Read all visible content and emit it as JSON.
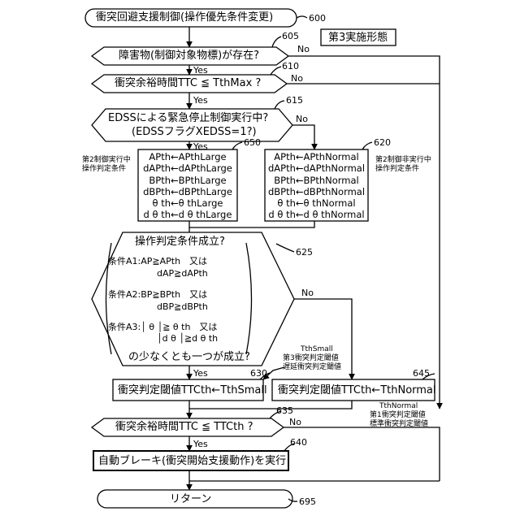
{
  "start_label": "衝突回避支援制御(操作優先条件変更)",
  "start_ref": "600",
  "embodiment": "第3実施形態",
  "step605": {
    "text": "障害物(制御対象物標)が存在?",
    "ref": "605",
    "yes": "Yes",
    "no": "No"
  },
  "step610": {
    "text": "衝突余裕時間TTC ≦ TthMax ?",
    "ref": "610",
    "yes": "Yes",
    "no": "No"
  },
  "step615": {
    "line1": "EDSSによる緊急停止制御実行中?",
    "line2": "(EDSSフラグXEDSS=1?)",
    "ref": "615",
    "yes": "Yes",
    "no": "No"
  },
  "step650": {
    "ref": "650",
    "side_label_1": "第2制御実行中",
    "side_label_2": "操作判定条件",
    "lines": [
      "APth←APthLarge",
      "dAPth←dAPthLarge",
      "BPth←BPthLarge",
      "dBPth←dBPthLarge",
      "θ th←θ thLarge",
      "d θ th←d θ thLarge"
    ]
  },
  "step620": {
    "ref": "620",
    "side_label_1": "第2制御非実行中",
    "side_label_2": "操作判定条件",
    "lines": [
      "APth←APthNormal",
      "dAPth←dAPthNormal",
      "BPth←BPthNormal",
      "dBPth←dBPthNormal",
      "θ th←θ thNormal",
      "d θ th←d θ thNormal"
    ]
  },
  "step625": {
    "ref": "625",
    "title": "操作判定条件成立?",
    "a1_line1": "条件A1:AP≧APth　又は",
    "a1_line2": "dAP≧dAPth",
    "a2_line1": "条件A2:BP≧BPth　又は",
    "a2_line2": "dBP≧dBPth",
    "a3_line1": "条件A3:│ θ │≧ θ th　又は",
    "a3_line2": "│d θ │≧d θ th",
    "footer": "の少なくとも一つが成立?",
    "yes": "Yes",
    "no": "No"
  },
  "step630": {
    "ref": "630",
    "text": "衝突判定閾値TTCth←TthSmall",
    "note_1": "TthSmall",
    "note_2": "第3衝突判定閾値",
    "note_3": "遅延衝突判定閾値"
  },
  "step645": {
    "ref": "645",
    "text": "衝突判定閾値TTCth←TthNormal",
    "note_1": "TthNormal",
    "note_2": "第1衝突判定閾値",
    "note_3": "標準衝突判定閾値"
  },
  "step635": {
    "text": "衝突余裕時間TTC ≦ TTCth ?",
    "ref": "635",
    "yes": "Yes",
    "no": "No"
  },
  "step640": {
    "text": "自動ブレーキ(衝突開始支援動作)を実行",
    "ref": "640"
  },
  "end": {
    "label": "リターン",
    "ref": "695"
  }
}
